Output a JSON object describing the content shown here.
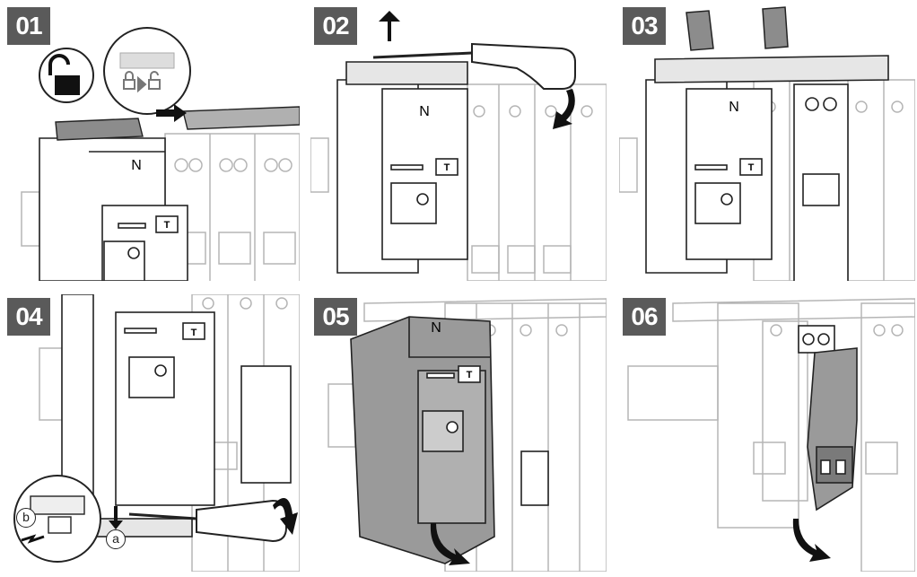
{
  "steps": [
    {
      "number": "01"
    },
    {
      "number": "02"
    },
    {
      "number": "03"
    },
    {
      "number": "04",
      "sublabels": [
        "a",
        "b"
      ]
    },
    {
      "number": "05"
    },
    {
      "number": "06"
    }
  ],
  "panel_labels": {
    "marking_n": "N",
    "test_button": "T"
  },
  "colors": {
    "badge": "#5a5a5a",
    "line": "#222222",
    "faded_line": "#b5b5b5",
    "highlight_fill": "#9a9a9a",
    "arrow": "#111111"
  },
  "icons": [
    "unlock-icon",
    "arrow-up-icon",
    "arrow-right-icon",
    "arrow-down-icon",
    "curved-arrow-icon",
    "screwdriver-icon",
    "lock-symbol-icon"
  ]
}
